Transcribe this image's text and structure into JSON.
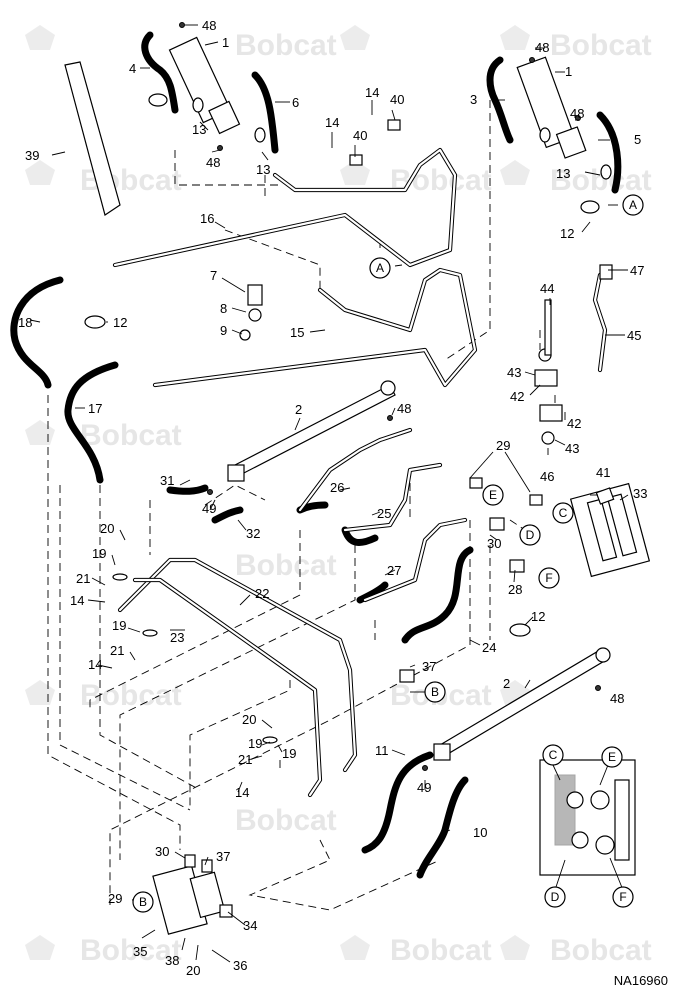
{
  "watermark": "Bobcat",
  "reference": "NA16960",
  "callouts": [
    "A",
    "B",
    "C",
    "D",
    "E",
    "F"
  ],
  "part_labels": [
    "1",
    "2",
    "3",
    "4",
    "5",
    "6",
    "7",
    "8",
    "9",
    "10",
    "11",
    "12",
    "13",
    "14",
    "15",
    "16",
    "17",
    "18",
    "19",
    "20",
    "21",
    "22",
    "23",
    "24",
    "25",
    "26",
    "27",
    "28",
    "29",
    "30",
    "31",
    "32",
    "33",
    "34",
    "35",
    "36",
    "37",
    "38",
    "39",
    "40",
    "41",
    "42",
    "43",
    "44",
    "45",
    "46",
    "47",
    "48",
    "49"
  ]
}
